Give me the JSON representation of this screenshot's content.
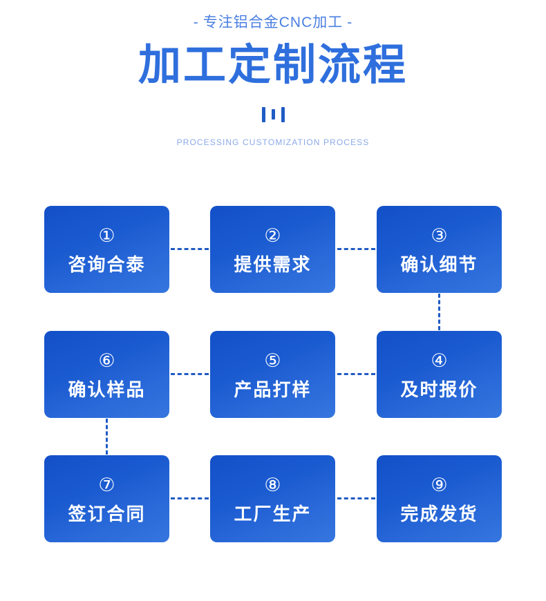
{
  "header": {
    "eyebrow_dash_left": "-",
    "eyebrow_text": "专注铝合金CNC加工",
    "eyebrow_dash_right": "-",
    "title": "加工定制流程",
    "en_subtitle": "PROCESSING CUSTOMIZATION PROCESS",
    "accent_color": "#2f6fdd",
    "eyebrow_color": "#4a7fe0",
    "en_subtitle_color": "#8ba9e8",
    "decor_bar_color": "#1f5bc4"
  },
  "flow": {
    "connector_color": "#1f5bc4",
    "card_gradient_from": "#1350c8",
    "card_gradient_to": "#3576df",
    "rows": [
      {
        "cards": [
          {
            "num": "①",
            "label": "咨询合泰"
          },
          {
            "num": "②",
            "label": "提供需求"
          },
          {
            "num": "③",
            "label": "确认细节"
          }
        ]
      },
      {
        "cards": [
          {
            "num": "⑥",
            "label": "确认样品"
          },
          {
            "num": "⑤",
            "label": "产品打样"
          },
          {
            "num": "④",
            "label": "及时报价"
          }
        ]
      },
      {
        "cards": [
          {
            "num": "⑦",
            "label": "签订合同"
          },
          {
            "num": "⑧",
            "label": "工厂生产"
          },
          {
            "num": "⑨",
            "label": "完成发货"
          }
        ]
      }
    ]
  }
}
